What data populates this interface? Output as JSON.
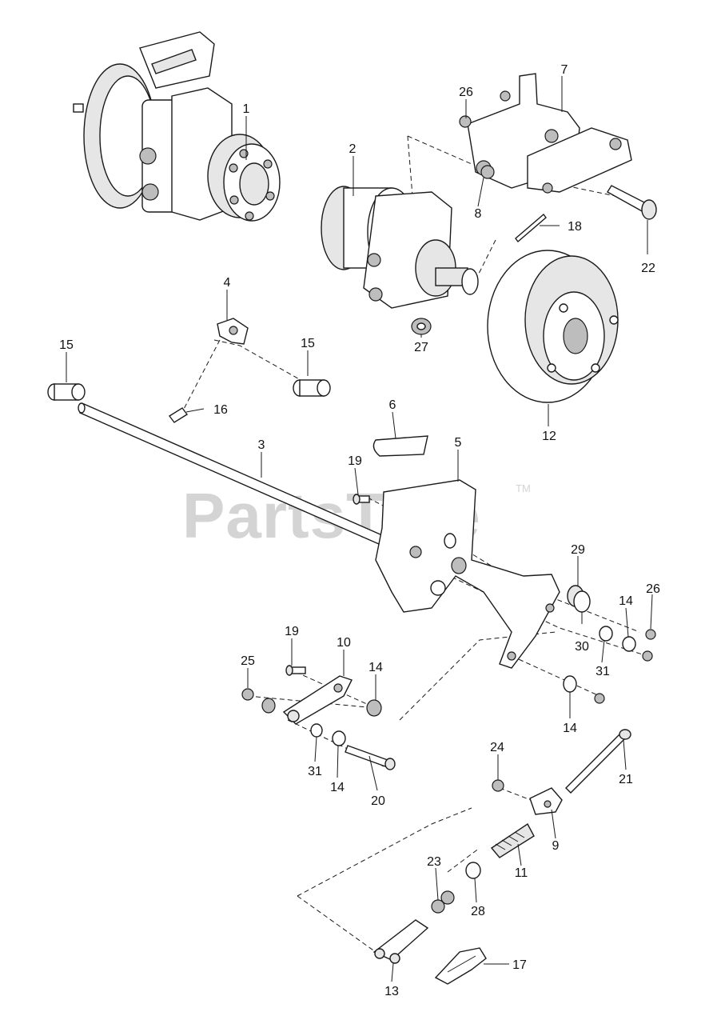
{
  "watermark": {
    "text": "PartsTree",
    "trademark": "TM"
  },
  "callouts": {
    "c1": "1",
    "c2": "2",
    "c3": "3",
    "c4": "4",
    "c5": "5",
    "c6": "6",
    "c7": "7",
    "c8": "8",
    "c9": "9",
    "c10": "10",
    "c11": "11",
    "c12": "12",
    "c13": "13",
    "c14a": "14",
    "c14b": "14",
    "c14c": "14",
    "c14d": "14",
    "c15a": "15",
    "c15b": "15",
    "c16": "16",
    "c17": "17",
    "c18": "18",
    "c19a": "19",
    "c19b": "19",
    "c20": "20",
    "c21": "21",
    "c22": "22",
    "c23": "23",
    "c24": "24",
    "c25": "25",
    "c26a": "26",
    "c26b": "26",
    "c27": "27",
    "c28": "28",
    "c29": "29",
    "c30": "30",
    "c31a": "31",
    "c31b": "31"
  }
}
